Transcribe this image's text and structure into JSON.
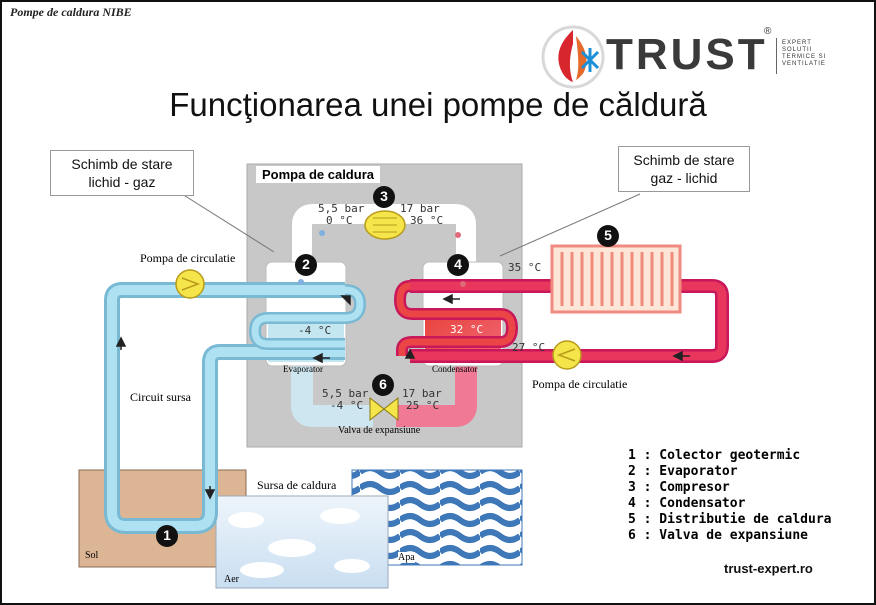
{
  "header": {
    "title": "Pompe de caldura NIBE"
  },
  "logo": {
    "text": "TRUST",
    "reg_mark": "®",
    "tagline": [
      "EXPERT",
      "SOLUTII",
      "TERMICE SI",
      "VENTILATIE"
    ]
  },
  "title": "Funcţionarea unei pompe de căldură",
  "callouts": {
    "left": [
      "Schimb de stare",
      "lichid - gaz"
    ],
    "right": [
      "Schimb de stare",
      "gaz - lichid"
    ]
  },
  "box_title": "Pompa de caldura",
  "badges": {
    "b1": "1",
    "b2": "2",
    "b3": "3",
    "b4": "4",
    "b5": "5",
    "b6": "6"
  },
  "readings": {
    "top_left_bar": "5,5 bar",
    "top_left_temp": "0 °C",
    "top_right_bar": "17 bar",
    "top_right_temp": "36 °C",
    "out_temp": "35 °C",
    "evap_temp": "-4 °C",
    "cond_temp": "32 °C",
    "return_temp": "27 °C",
    "bottom_left_bar": "5,5 bar",
    "bottom_left_temp": "-4 °C",
    "bottom_right_bar": "17 bar",
    "bottom_right_temp": "25 °C"
  },
  "labels": {
    "pump_left": "Pompa de circulatie",
    "pump_right": "Pompa de circulatie",
    "evaporator": "Evaporator",
    "condensator": "Condensator",
    "valve": "Valva de expansiune",
    "circuit": "Circuit sursa",
    "source": "Sursa de caldura",
    "soil": "Sol",
    "air": "Aer",
    "water": "Apa"
  },
  "legend": [
    "1 : Colector geotermic",
    "2 : Evaporator",
    "3 : Compresor",
    "4 : Condensator",
    "5 : Distributie de caldura",
    "6 : Valva de expansiune"
  ],
  "website": "trust-expert.ro",
  "colors": {
    "cold_pipe": "#8ed3ec",
    "hot_pipe": "#e8365c",
    "box_gray": "#c8c8c8",
    "badge": "#111111",
    "pump": "#f5e44a",
    "soil": "#dbb594"
  }
}
